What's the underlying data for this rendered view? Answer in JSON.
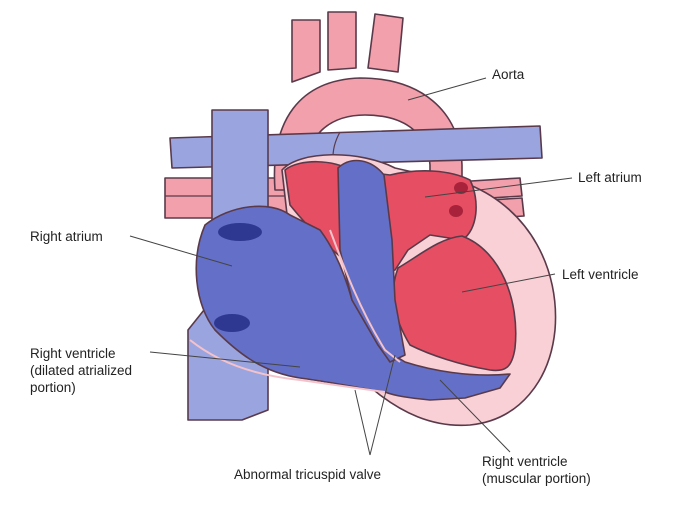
{
  "labels": {
    "aorta": "Aorta",
    "left_atrium": "Left atrium",
    "left_ventricle": "Left ventricle",
    "right_atrium": "Right atrium",
    "rv_dilated": [
      "Right ventricle",
      "(dilated atrialized",
      "portion)"
    ],
    "tricuspid": "Abnormal tricuspid valve",
    "rv_muscular": [
      "Right ventricle",
      "(muscular portion)"
    ]
  },
  "colors": {
    "aorta": "#f2a0ab",
    "left_heart": "#e64f63",
    "left_heart_dark": "#c42f45",
    "myocardium": "#f8d0d6",
    "vein": "#9aa5df",
    "right_heart": "#6470c7",
    "right_heart_dark": "#3a44a0",
    "outline": "#5a3a4a"
  }
}
